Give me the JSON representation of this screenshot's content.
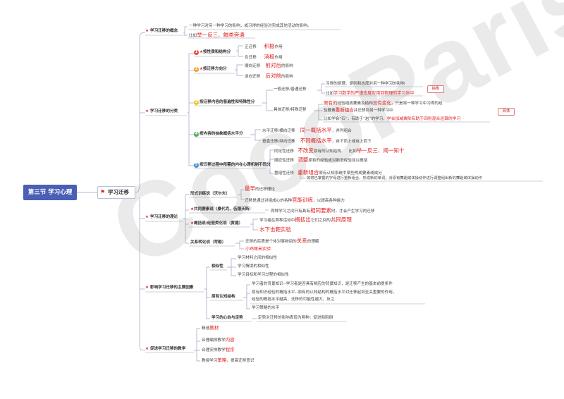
{
  "root": "第三节 学习心理",
  "main": "学习迁移",
  "watermark": "CocoParis",
  "s1": {
    "title": "学习迁移的概念",
    "def": "一种学习对另一种学习的影响，或习得的经验对完成其他活动的影响。",
    "ex_prefix": "比如",
    "ex_red": "举一反三、触类旁通"
  },
  "s2": {
    "title": "学习迁移的分类",
    "c1": {
      "num": "1",
      "label": "按性质和结构分",
      "pos": "正迁移",
      "pos_red": "积极",
      "pos_tail": "作用",
      "neg": "负迁移",
      "neg_red": "消极",
      "neg_tail": "作用"
    },
    "c2": {
      "num": "2",
      "label": "按迁移方向分",
      "fwd": "顺向迁移",
      "fwd_red": "前对后",
      "fwd_tail": "的影响",
      "bwd": "逆向迁移",
      "bwd_red": "后对前",
      "bwd_tail": "的影响"
    },
    "c3": {
      "num": "3",
      "label": "按迁移内容的普遍性和特殊性分",
      "gen": "一般迁移/普通迁移",
      "gen_d1": "习得的原理、原则和态度对另一种学习的影响",
      "gen_d2_prefix": "比如",
      "gen_d2_red": "学习数学的严谨态度应用到物理的学习当中",
      "abstract": "抽象",
      "spec": "具体迁移/特殊迁移",
      "spec_d1_red1": "原有的",
      "spec_d1_mid": "经验组成要素及结构",
      "spec_d1_red2": "没有变化",
      "spec_d1_tail": "，只是将一种学习中习得的经",
      "spec_d2_prefix": "验要素",
      "spec_d2_red": "重新组合",
      "spec_d2_tail": "并迁移到另一种学习中",
      "spec_d3_prefix": "比如学会“石”，有助于“岩”的学习，",
      "spec_d3_red": "学会加减乘除有助于四则混合运算的学习",
      "concrete": "具体"
    },
    "c4": {
      "num": "4",
      "label": "按内容的抽象概括水平分",
      "hor": "水平迁移/横向迁移",
      "hor_red": "同一概括水平",
      "hor_tail": "，并列组合",
      "ver": "垂直迁移/纵向迁移",
      "ver_red": "不同概括水平",
      "ver_tail": "，自下而上或自上而下"
    },
    "c5": {
      "num": "5",
      "label": "按迁移过程中所需的内在心理机制不同分",
      "assim": "同化性迁移",
      "assim_red": "不改变",
      "assim_mid": "原有的认知结构",
      "assim_ex_prefix": "比如",
      "assim_ex_red": "举一反三、闻一知十",
      "adapt": "顺应性迁移",
      "adapt_red": "调整",
      "adapt_tail": "原有的经验或对新旧经验加以概括",
      "recomb": "重组性迁移",
      "recomb_red": "重新组合",
      "recomb_tail": "原有认知系统中某些构成要素或成分",
      "recomb_ex": "如将已掌握的字母进行重新组合，形成新的单词；对原有舞蹈或体操动作进行调整组出新的舞蹈或体操动作"
    }
  },
  "s3": {
    "title": "学习迁移的理论",
    "formal": {
      "label": "形式训练说（沃尔夫）",
      "d1_red": "最早",
      "d1_tail": "的迁移理论",
      "d2_prefix": "迁移是通过对组成心的各种",
      "d2_red": "官能训练",
      "d2_tail": "，以提高各种能力"
    },
    "identical": {
      "label": "共同要素说（桑代克、伍德沃斯）",
      "d_prefix": "两种学习之间只有具有",
      "d_red": "相同要素",
      "d_tail": "时，才会产生学习的迁移"
    },
    "general": {
      "label": "概括说/经验类化说（贾德）",
      "d1_prefix": "学习者在两种活动中",
      "d1_red": "概括出",
      "d1_tail": "它们之间的",
      "d1_red2": "共同原理",
      "d2_red": "水下击靶实验"
    },
    "relation": {
      "label": "关系转化说（苛勒）",
      "d1_prefix": "迁移的实质是个体对事物间的",
      "d1_red": "关系",
      "d1_tail": "的理解",
      "d2_red": "小鸡啄米实验"
    }
  },
  "s4": {
    "title": "影响学习迁移的主要因素",
    "sim": {
      "label": "相似性",
      "items": [
        "学习材料之间的相似性",
        "学习情境的相似性",
        "学习目标和学习过程的相似性"
      ]
    },
    "cog": {
      "label": "原有认知结构",
      "items": [
        "学习者的背景知识--学习者是否具有相应的背景知识，是迁移产生的基本前提条件",
        "原有知识经验的概括水平--原有的认知结构的概括水平对迁移起到至关重要的作用，",
        "经验的概括水平越高，迁移的可能性越大，反之",
        "学习策略的水平"
      ]
    },
    "set": {
      "label": "学习的心向与定势",
      "desc": "定势对迁移的影响表现为两种：促进和阻碍"
    }
  },
  "s5": {
    "title": "促进学习迁移的教学",
    "items": [
      {
        "prefix": "精选",
        "red": "教材"
      },
      {
        "prefix": "合理编排教学",
        "red": "内容"
      },
      {
        "prefix": "合理安排教学",
        "red": "程序"
      },
      {
        "prefix": "教授学习",
        "red": "策略",
        "tail": "，提高迁移意识"
      }
    ]
  },
  "colors": {
    "root_bg": "#4a5fb5",
    "accent_red": "#e02020",
    "num1": "#e64a3b",
    "num2": "#f0a020",
    "num3": "#f5c518",
    "num4": "#4caf50",
    "num5": "#3b8fd9"
  }
}
